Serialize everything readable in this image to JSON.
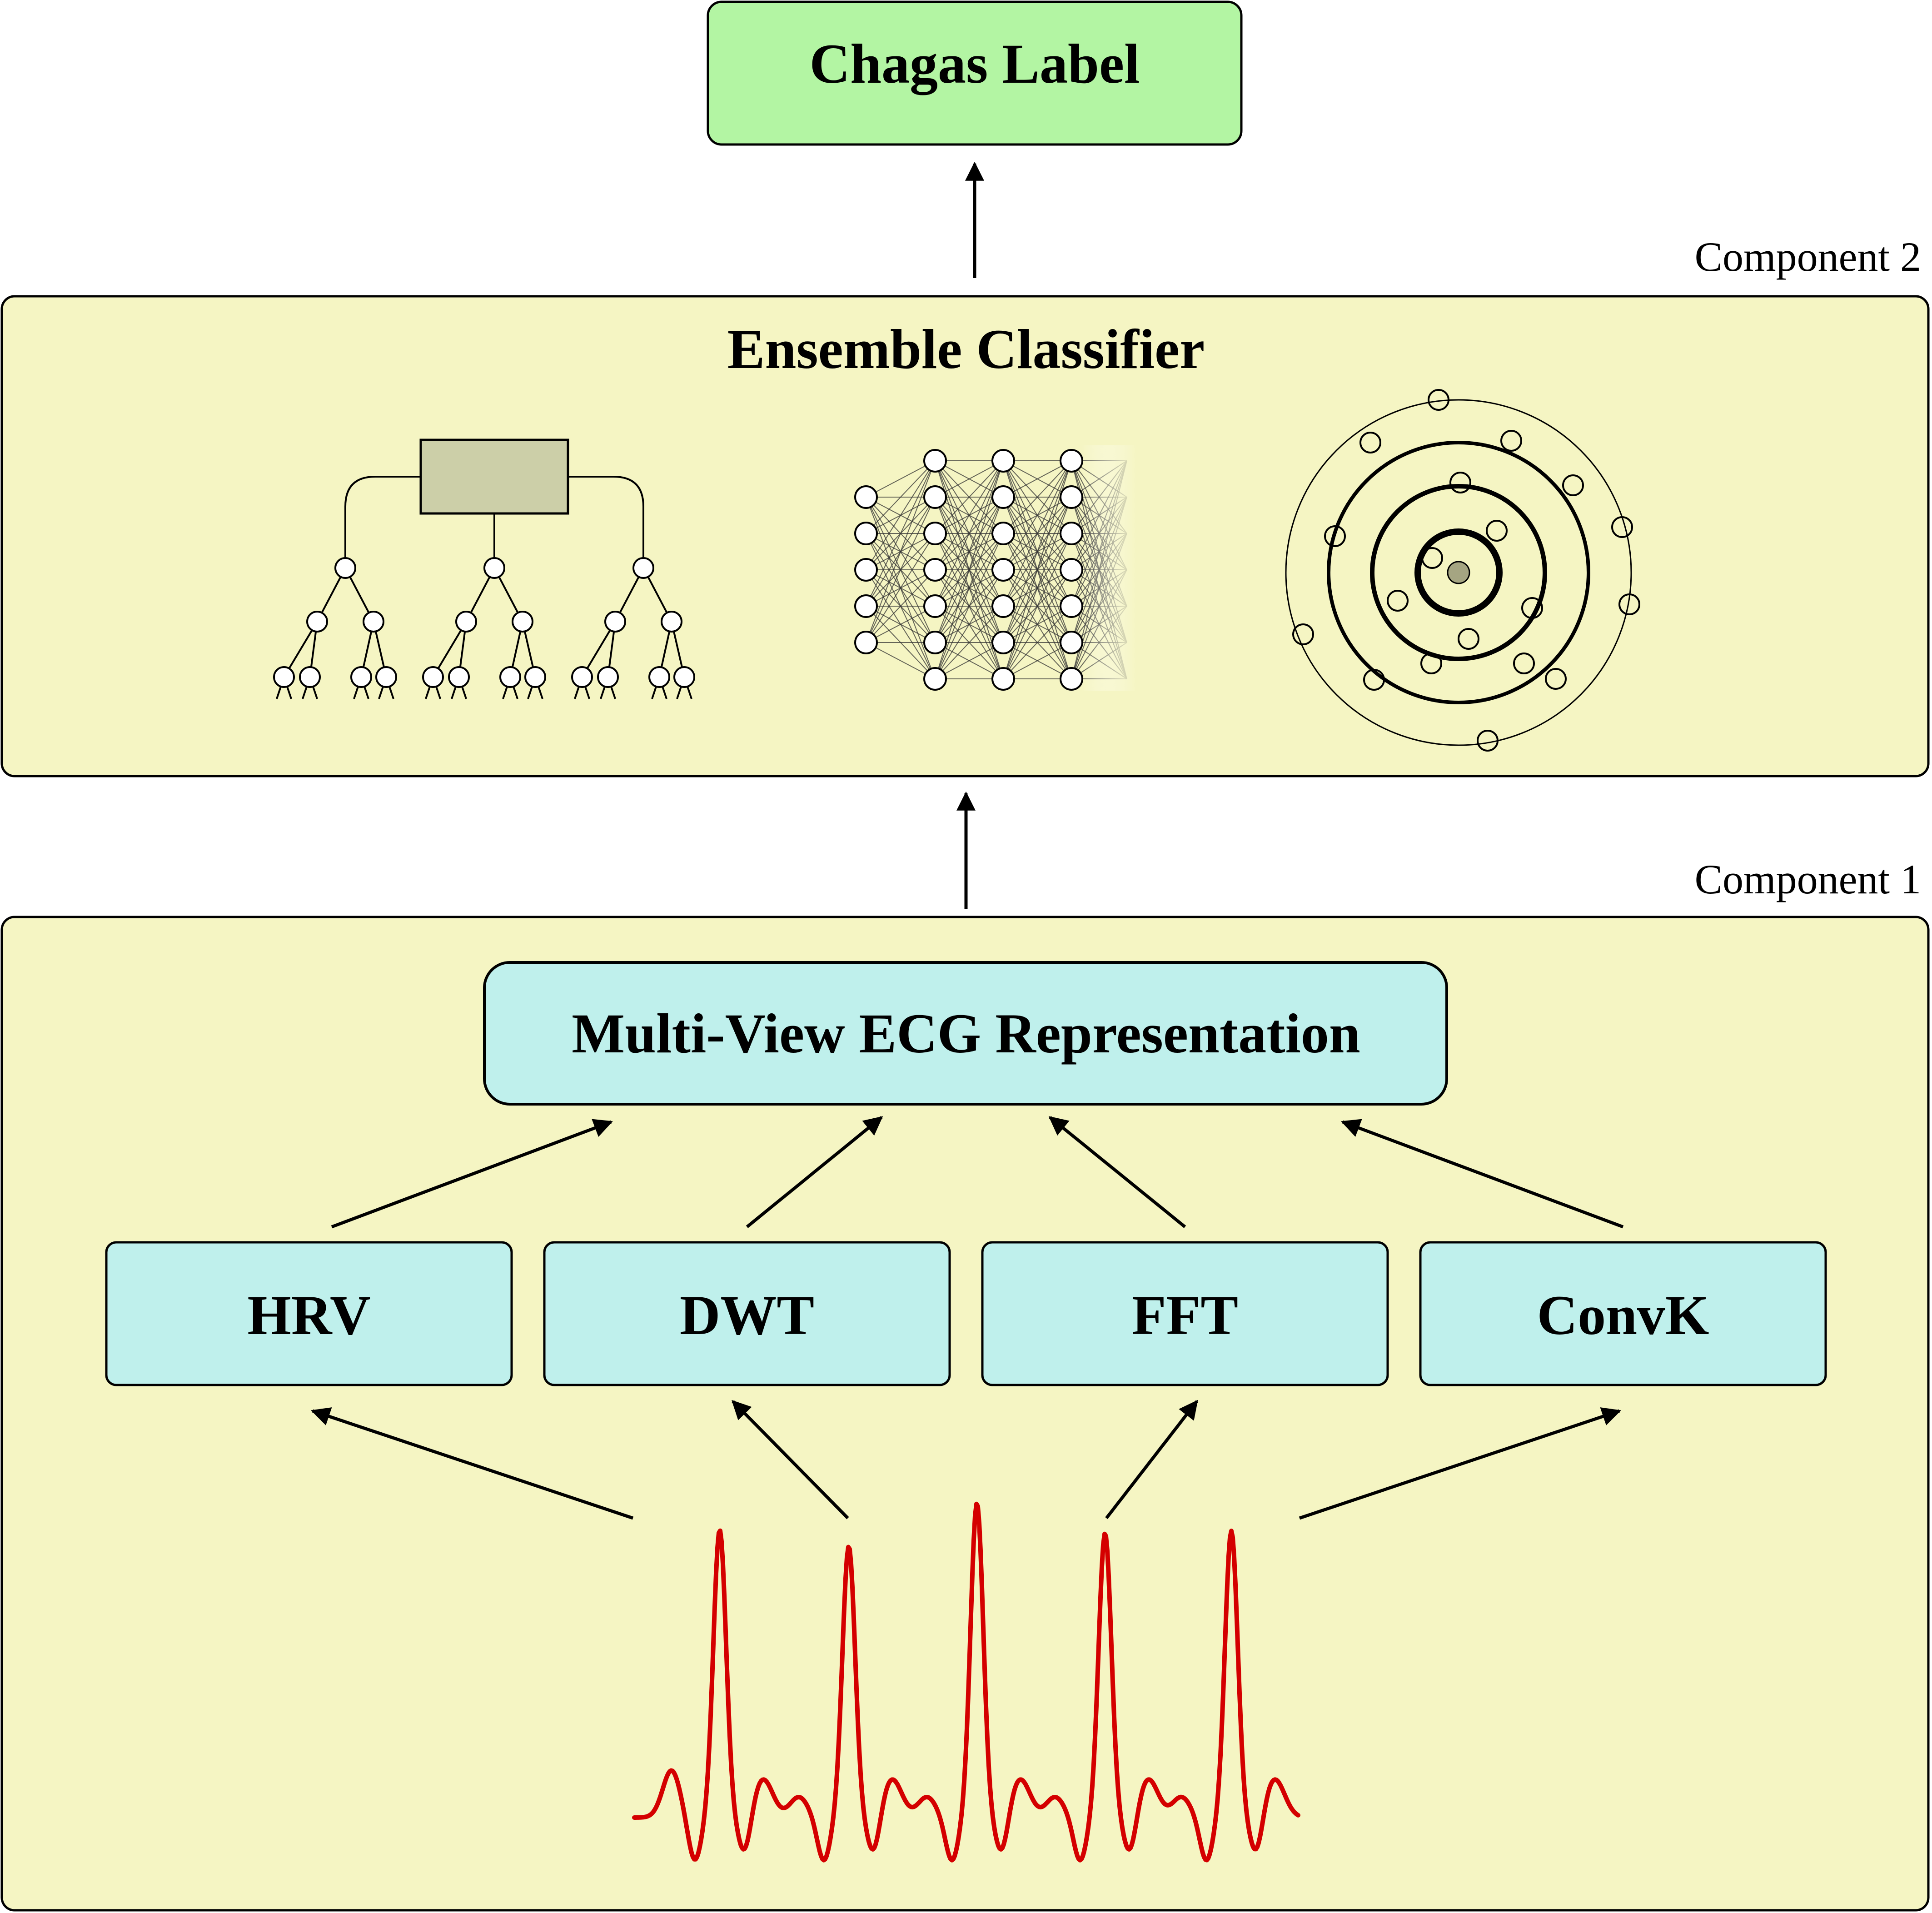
{
  "output": {
    "label": "Chagas Label"
  },
  "component2": {
    "tag": "Component 2",
    "title": "Ensemble Classifier"
  },
  "component1": {
    "tag": "Component 1",
    "representation": "Multi-View ECG Representation",
    "features": [
      "HRV",
      "DWT",
      "FFT",
      "ConvK"
    ]
  },
  "icons": {
    "ensemble": [
      "decision-tree-forest-icon",
      "neural-network-icon",
      "concentric-clusters-icon"
    ],
    "input": "ecg-signal-icon"
  },
  "colors": {
    "output_fill": "#b3f5a3",
    "panel_fill": "#f5f5c3",
    "node_fill": "#bff0ec",
    "tree_root_fill": "#cccfa8",
    "ecg_stroke": "#d40000",
    "line": "#000000"
  }
}
